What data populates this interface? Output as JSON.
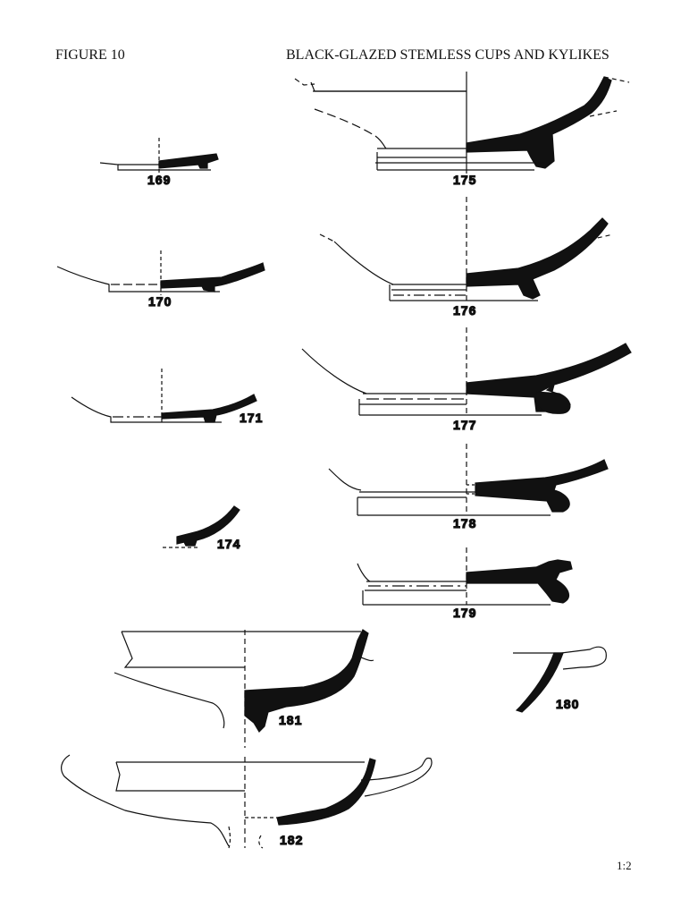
{
  "header": {
    "figure_label": "FIGURE 10",
    "title": "BLACK-GLAZED STEMLESS CUPS AND KYLIKES"
  },
  "scale_label": "1:2",
  "profiles": [
    {
      "number": "169"
    },
    {
      "number": "170"
    },
    {
      "number": "171"
    },
    {
      "number": "174"
    },
    {
      "number": "175"
    },
    {
      "number": "176"
    },
    {
      "number": "177"
    },
    {
      "number": "178"
    },
    {
      "number": "179"
    },
    {
      "number": "180"
    },
    {
      "number": "181"
    },
    {
      "number": "182"
    }
  ]
}
